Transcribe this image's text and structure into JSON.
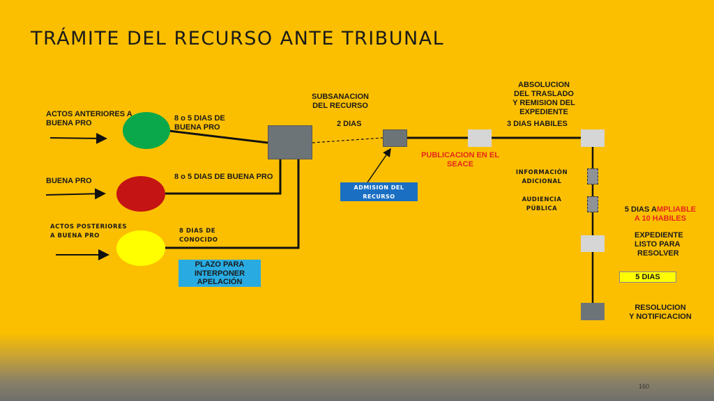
{
  "title": "TRÁMITE DEL RECURSO ANTE TRIBUNAL",
  "inputs": [
    {
      "label_line1": "ACTOS ANTERIORES A",
      "label_line2": "BUENA PRO",
      "circle_color": "#0aa84a",
      "plazo_line1": "8 o 5 DIAS DE",
      "plazo_line2": "BUENA  PRO"
    },
    {
      "label_line1": "BUENA PRO",
      "circle_color": "#c41414",
      "plazo_line1": "8 o 5 DIAS DE BUENA PRO"
    },
    {
      "label_line1": "ACTOS POSTERIORES",
      "label_line2": "A BUENA PRO",
      "circle_color": "#ffff00",
      "plazo_line1": "8 DIAS DE",
      "plazo_line2": "CONOCIDO"
    }
  ],
  "plazo_box": {
    "line1": "PLAZO PARA",
    "line2": "INTERPONER",
    "line3": "APELACIÓN"
  },
  "subsanacion": {
    "line1": "SUBSANACION",
    "line2": "DEL RECURSO",
    "days": "2 DIAS"
  },
  "admision": {
    "line1": "ADMISION DEL",
    "line2": "RECURSO"
  },
  "publicacion": {
    "line1": "PUBLICACION EN EL",
    "line2": "SEACE"
  },
  "absolucion": {
    "line1": "ABSOLUCION",
    "line2": "DEL TRASLADO",
    "line3": "Y REMISION DEL",
    "line4": "EXPEDIENTE",
    "days": "3 DIAS HABILES"
  },
  "informacion": {
    "line1": "INFORMACIÓN",
    "line2": "ADICIONAL"
  },
  "audiencia": {
    "line1": "AUDIENCIA",
    "line2": "PÚBLICA"
  },
  "ampliable": {
    "part1": "5 DIAS A",
    "part2": "MPLIABLE",
    "line2": "A 10 HABILES"
  },
  "expediente": {
    "line1": "EXPEDIENTE",
    "line2": "LISTO PARA",
    "line3": "RESOLVER"
  },
  "cinco_dias": "5 DIAS",
  "resolucion": {
    "line1": "RESOLUCION",
    "line2": "Y NOTIFICACION"
  },
  "page_number": "160",
  "colors": {
    "background": "#fbbf00",
    "dark_node": "#6d7478",
    "light_node": "#d6d6d6",
    "blue_box": "#1a6fc2",
    "cyan_box": "#29abe2",
    "yellow_box": "#ffff00",
    "red_text": "#e5261d"
  }
}
